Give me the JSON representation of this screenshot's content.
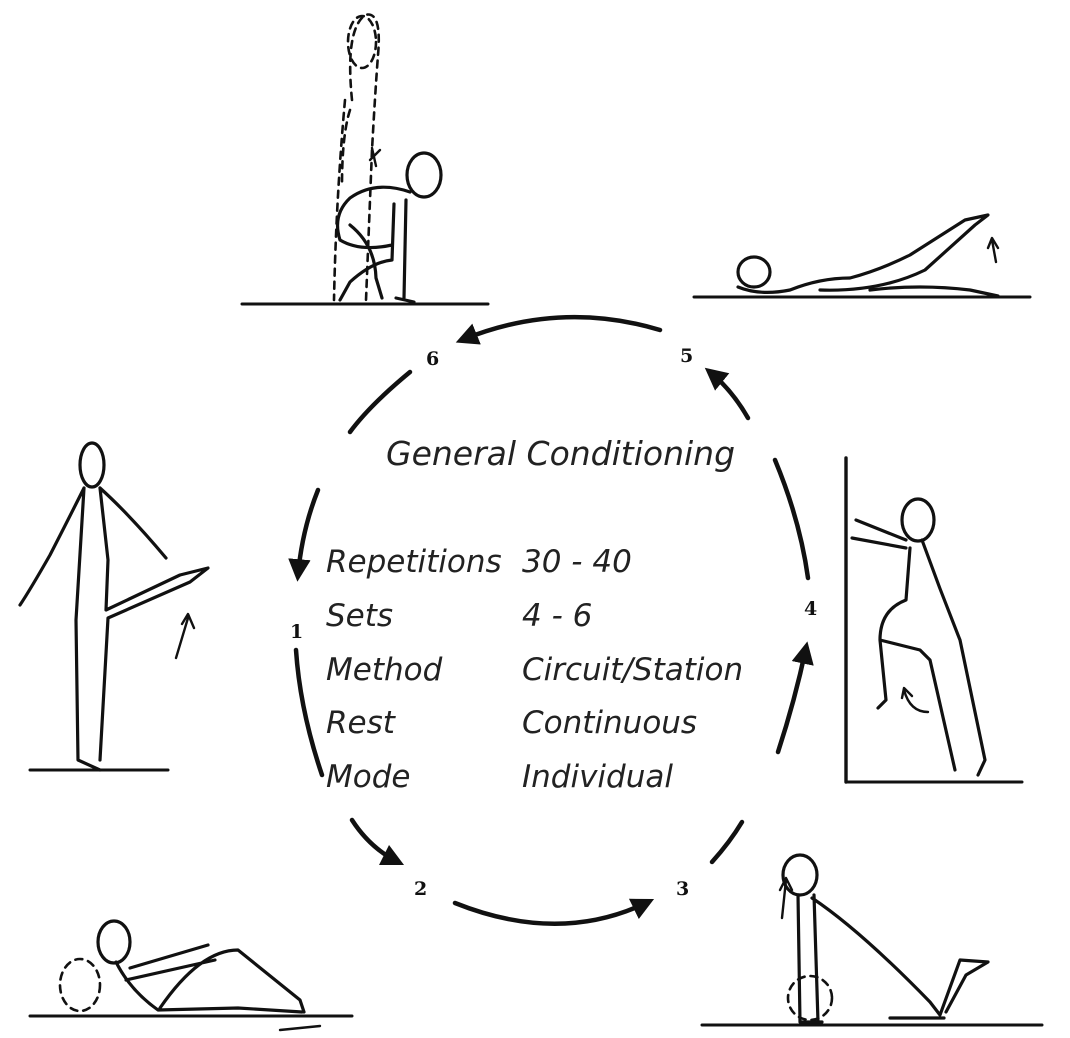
{
  "diagram": {
    "title": "General Conditioning",
    "rows": [
      {
        "label": "Repetitions",
        "value": "30 - 40"
      },
      {
        "label": "Sets",
        "value": "4 - 6"
      },
      {
        "label": "Method",
        "value": "Circuit/Station"
      },
      {
        "label": "Rest",
        "value": "Continuous"
      },
      {
        "label": "Mode",
        "value": "Individual"
      }
    ],
    "stations": [
      "1",
      "2",
      "3",
      "4",
      "5",
      "6"
    ]
  }
}
